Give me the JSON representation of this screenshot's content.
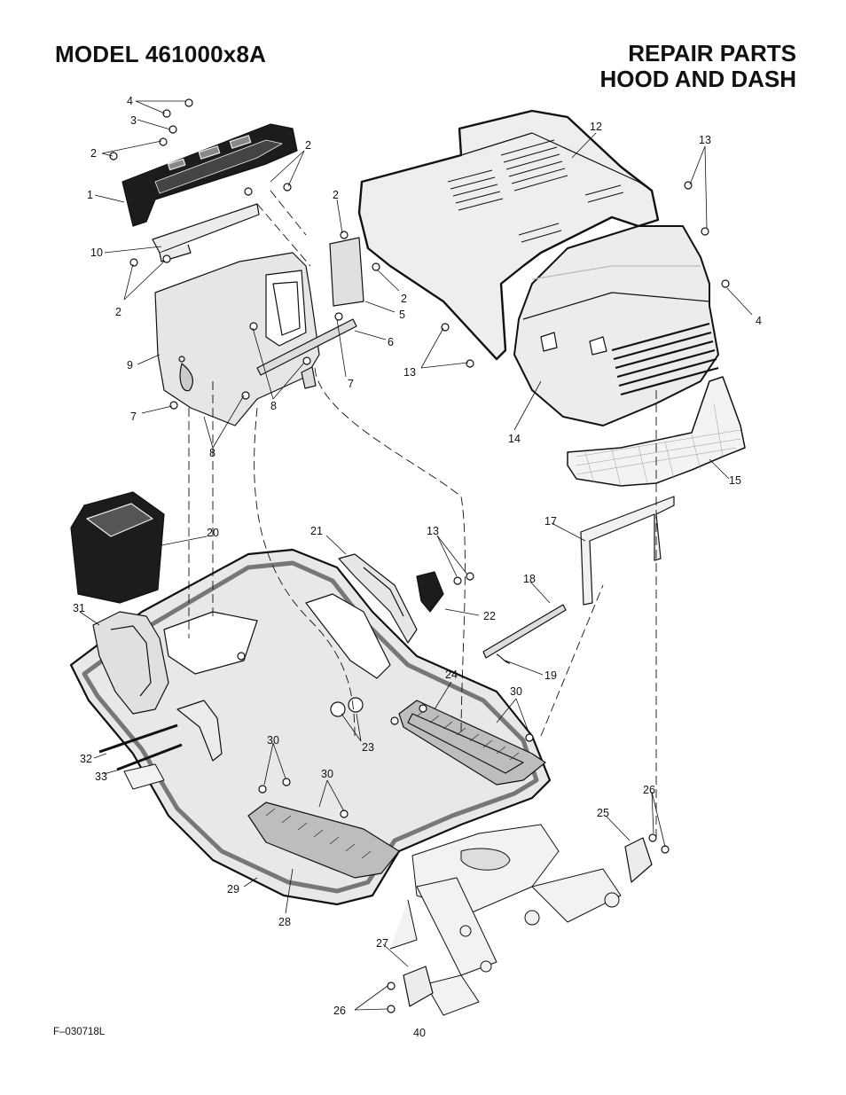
{
  "header": {
    "model": "MODEL 461000x8A",
    "title_line1": "REPAIR PARTS",
    "title_line2": "HOOD AND DASH"
  },
  "footer": {
    "figure_code": "F–030718L",
    "page_number": "40"
  },
  "callouts": {
    "c4a": "4",
    "c3": "3",
    "c2a": "2",
    "c1": "1",
    "c2b": "2",
    "c2c": "2",
    "c10": "10",
    "c2d": "2",
    "c2e": "2",
    "c5": "5",
    "c6": "6",
    "c9": "9",
    "c7a": "7",
    "c7b": "7",
    "c8a": "8",
    "c8b": "8",
    "c12": "12",
    "c13a": "13",
    "c4b": "4",
    "c13b": "13",
    "c14": "14",
    "c15": "15",
    "c20": "20",
    "c21": "21",
    "c13c": "13",
    "c17": "17",
    "c18": "18",
    "c22": "22",
    "c19": "19",
    "c31": "31",
    "c24": "24",
    "c30a": "30",
    "c23": "23",
    "c30b": "30",
    "c30c": "30",
    "c32": "32",
    "c33": "33",
    "c26a": "26",
    "c25": "25",
    "c29": "29",
    "c28": "28",
    "c27": "27",
    "c26b": "26"
  },
  "colors": {
    "ink": "#111111",
    "panel": "#e4e4e4",
    "mid": "#bdbdbd",
    "dark": "#1c1c1c"
  }
}
